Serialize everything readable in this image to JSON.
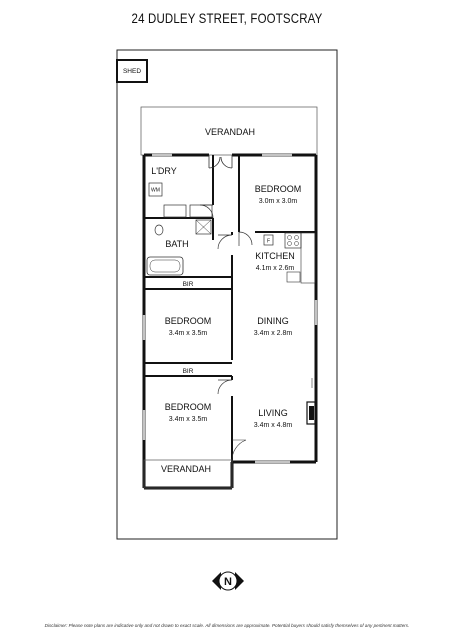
{
  "header": {
    "title": "24 DUDLEY STREET, FOOTSCRAY"
  },
  "rooms": {
    "shed": "SHED",
    "verandah_rear": "VERANDAH",
    "laundry": "L'DRY",
    "washing_machine": "WM",
    "bedroom_1": {
      "name": "BEDROOM",
      "dims": "3.0m x 3.0m"
    },
    "bath": "BATH",
    "fridge": "F",
    "kitchen": {
      "name": "KITCHEN",
      "dims": "4.1m x 2.6m"
    },
    "bir_1": "BIR",
    "bedroom_2": {
      "name": "BEDROOM",
      "dims": "3.4m x 3.5m"
    },
    "dining": {
      "name": "DINING",
      "dims": "3.4m x 2.8m"
    },
    "bir_2": "BIR",
    "bedroom_3": {
      "name": "BEDROOM",
      "dims": "3.4m x 3.5m"
    },
    "living": {
      "name": "LIVING",
      "dims": "3.4m x 4.8m"
    },
    "verandah_front": "VERANDAH"
  },
  "compass": {
    "label": "N"
  },
  "footer": {
    "disclaimer": "Disclaimer: Please note plans are indicative only and not drawn to exact scale. All dimensions are approximate. Potential buyers should satisfy themselves of any pertinent matters."
  }
}
